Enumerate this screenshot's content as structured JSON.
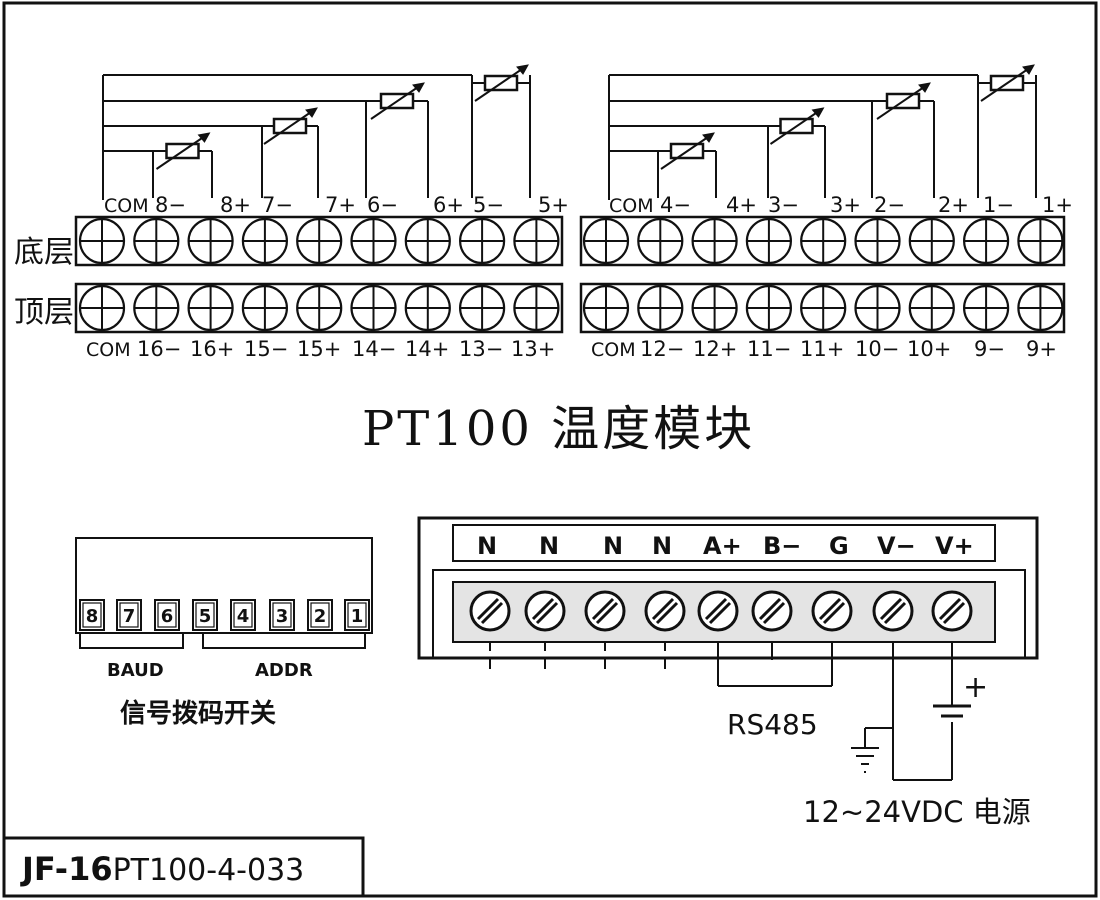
{
  "title": "PT100 温度模块",
  "layers": {
    "bottom": "底层",
    "top": "顶层"
  },
  "bottom_blocks": [
    {
      "labels": [
        "COM",
        "8−",
        "8+",
        "7−",
        "7+",
        "6−",
        "6+",
        "5−",
        "5+"
      ]
    },
    {
      "labels": [
        "COM",
        "4−",
        "4+",
        "3−",
        "3+",
        "2−",
        "2+",
        "1−",
        "1+"
      ]
    }
  ],
  "top_blocks": [
    {
      "labels": [
        "COM",
        "16−",
        "16+",
        "15−",
        "15+",
        "14−",
        "14+",
        "13−",
        "13+"
      ]
    },
    {
      "labels": [
        "COM",
        "12−",
        "12+",
        "11−",
        "11+",
        "10−",
        "10+",
        "9−",
        "9+"
      ]
    }
  ],
  "dip_switch": {
    "numbers": [
      "8",
      "7",
      "6",
      "5",
      "4",
      "3",
      "2",
      "1"
    ],
    "baud": "BAUD",
    "addr": "ADDR",
    "caption": "信号拨码开关"
  },
  "power_terminal": {
    "pins": [
      "N",
      "N",
      "N",
      "N",
      "A+",
      "B−",
      "G",
      "V−",
      "V+"
    ],
    "rs485": "RS485",
    "supply": "12~24VDC 电源",
    "plus": "+"
  },
  "model": {
    "prefix": "JF-16",
    "suffix": "PT100-4-033"
  }
}
